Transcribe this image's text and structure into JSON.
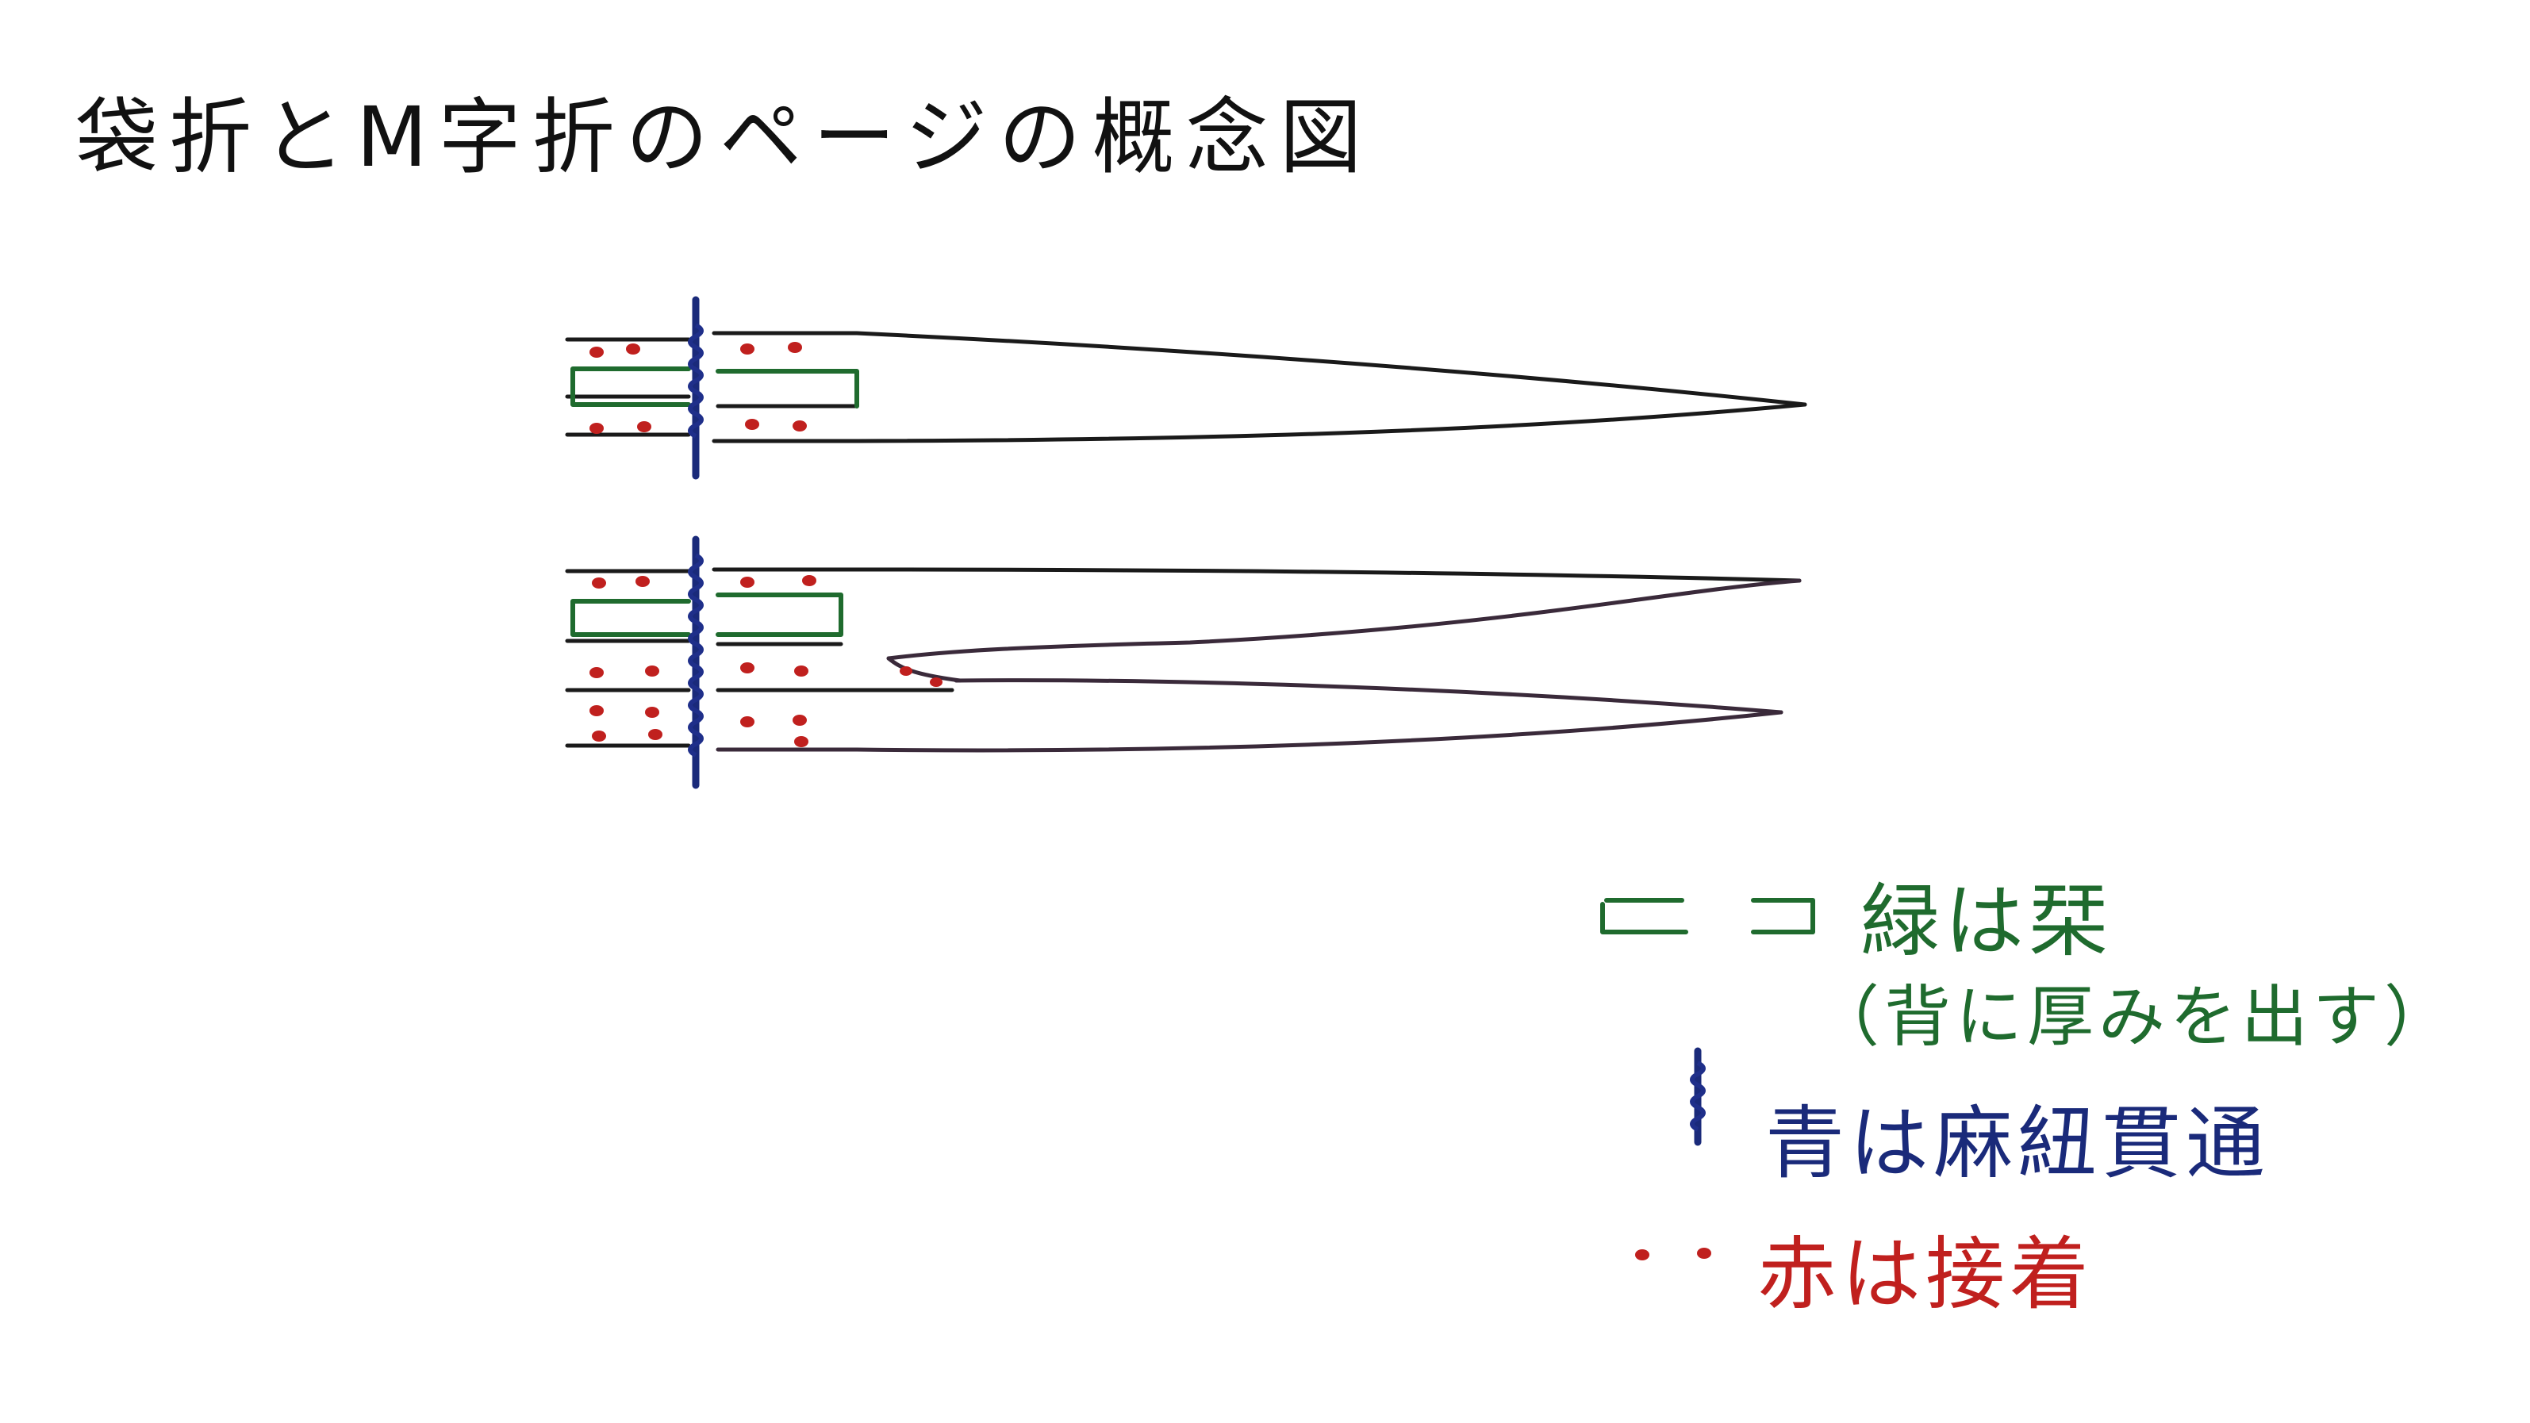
{
  "title": "袋折とM字折のページの概念図",
  "legend": {
    "green": {
      "text": "緑は栞",
      "sub": "（背に厚みを出す）",
      "color": "#1f6b2e"
    },
    "blue": {
      "text": "青は麻紐貫通",
      "color": "#1a2a7a"
    },
    "red": {
      "text": "赤は接着",
      "color": "#c0201e"
    }
  },
  "colors": {
    "ink": "#1a1a1a",
    "green": "#1f6b2e",
    "blue": "#1a2a7a",
    "red": "#c0201e"
  }
}
